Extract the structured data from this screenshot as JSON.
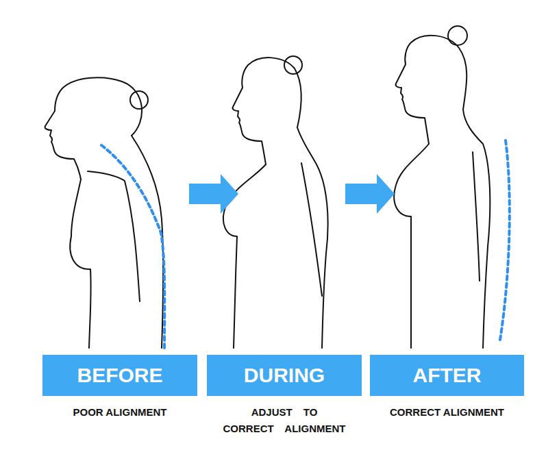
{
  "diagram": {
    "nodes": [
      {
        "text": [
          "BEFORE",
          "POOR ALIGNMENT"
        ]
      },
      {
        "text": [
          "DURING",
          "ADJUST TO CORRECT ALIGNMENT"
        ]
      },
      {
        "text": [
          "AFTER",
          "CORRECT ALIGNMENT"
        ]
      }
    ]
  }
}
